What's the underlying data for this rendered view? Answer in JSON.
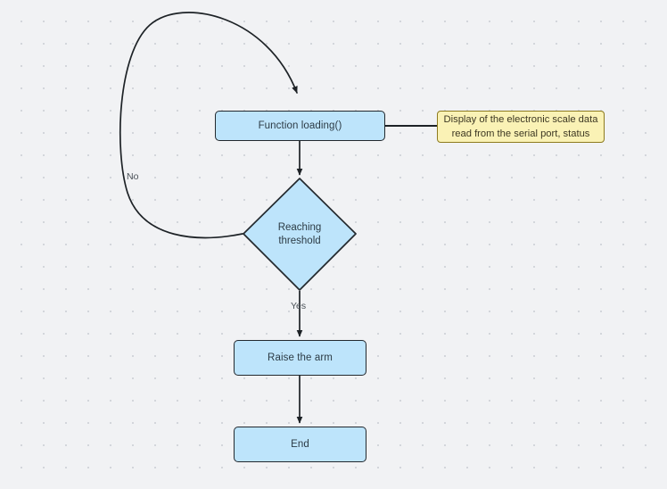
{
  "diagram": {
    "type": "flowchart",
    "background_color": "#f1f2f4",
    "node_fill": "#bde4fb",
    "node_stroke": "#23292e",
    "note_fill": "#faf2b5",
    "note_stroke": "#8d7b1f",
    "nodes": [
      {
        "id": "loading",
        "shape": "process",
        "label": "Function loading()"
      },
      {
        "id": "threshold",
        "shape": "decision",
        "label_line1": "Reaching",
        "label_line2": "threshold"
      },
      {
        "id": "raise",
        "shape": "process",
        "label": "Raise the arm"
      },
      {
        "id": "end",
        "shape": "process",
        "label": "End"
      }
    ],
    "note": {
      "id": "note-serial",
      "line1": "Display of the electronic scale data",
      "line2": "read from the serial port, status"
    },
    "edge_labels": {
      "no": "No",
      "yes": "Yes"
    }
  }
}
